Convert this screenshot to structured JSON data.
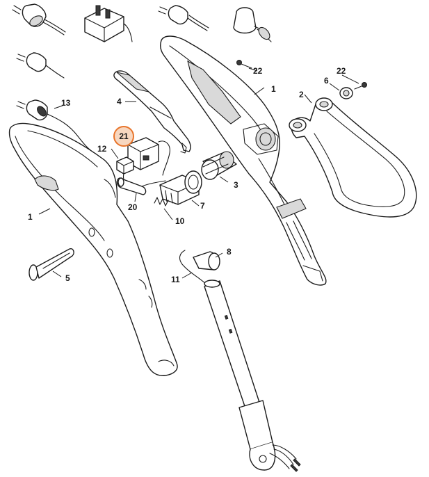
{
  "highlight_color": "#e8742a",
  "callouts": {
    "c1_right": "1",
    "c1_left": "1",
    "c2": "2",
    "c3": "3",
    "c4": "4",
    "c5": "5",
    "c6": "6",
    "c7": "7",
    "c8": "8",
    "c10": "10",
    "c11": "11",
    "c12": "12",
    "c13": "13",
    "c20": "20",
    "c21": "21",
    "c22_a": "22",
    "c22_b": "22"
  }
}
